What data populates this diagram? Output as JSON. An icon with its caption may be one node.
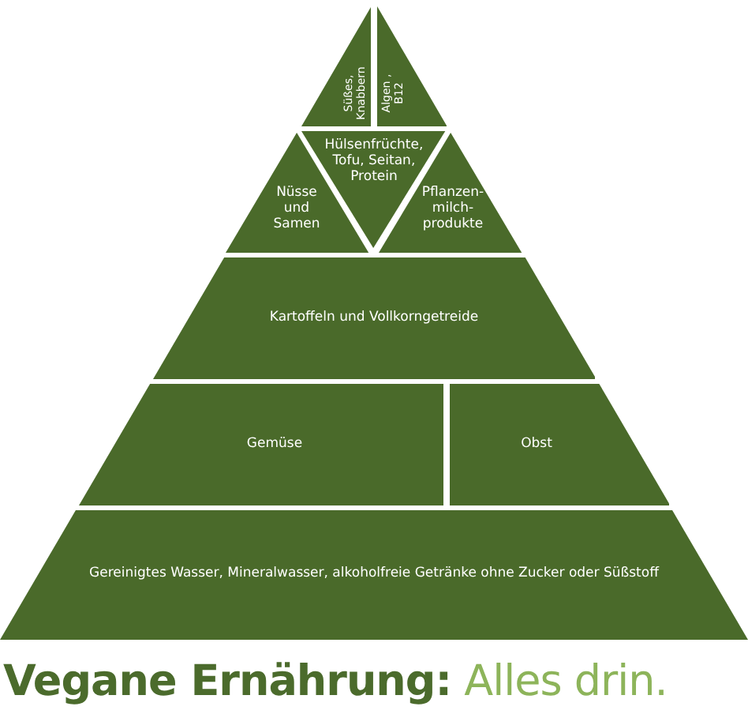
{
  "diagram": {
    "title": "**Vegane Ernährung:** Alles drin.",
    "nodes": [
      {
        "text": [
          "Süßes, Knabbern"
        ]
      },
      {
        "text": [
          "Algen , B12"
        ]
      },
      {
        "text": [
          "Nüsse und Samen"
        ]
      },
      {
        "text": [
          "Hülsenfrüchte, Tofu, Seitan, Protein"
        ]
      },
      {
        "text": [
          "Pflanzen- milch- produkte"
        ]
      },
      {
        "text": [
          "Kartoffeln und Vollkorngetreide"
        ]
      },
      {
        "text": [
          "Gemüse"
        ]
      },
      {
        "text": [
          "Obst"
        ]
      },
      {
        "text": [
          "Gereinigtes Wasser, Mineralwasser, alkoholfreie Getränke ohne Zucker oder Süßstoff"
        ]
      }
    ]
  }
}
